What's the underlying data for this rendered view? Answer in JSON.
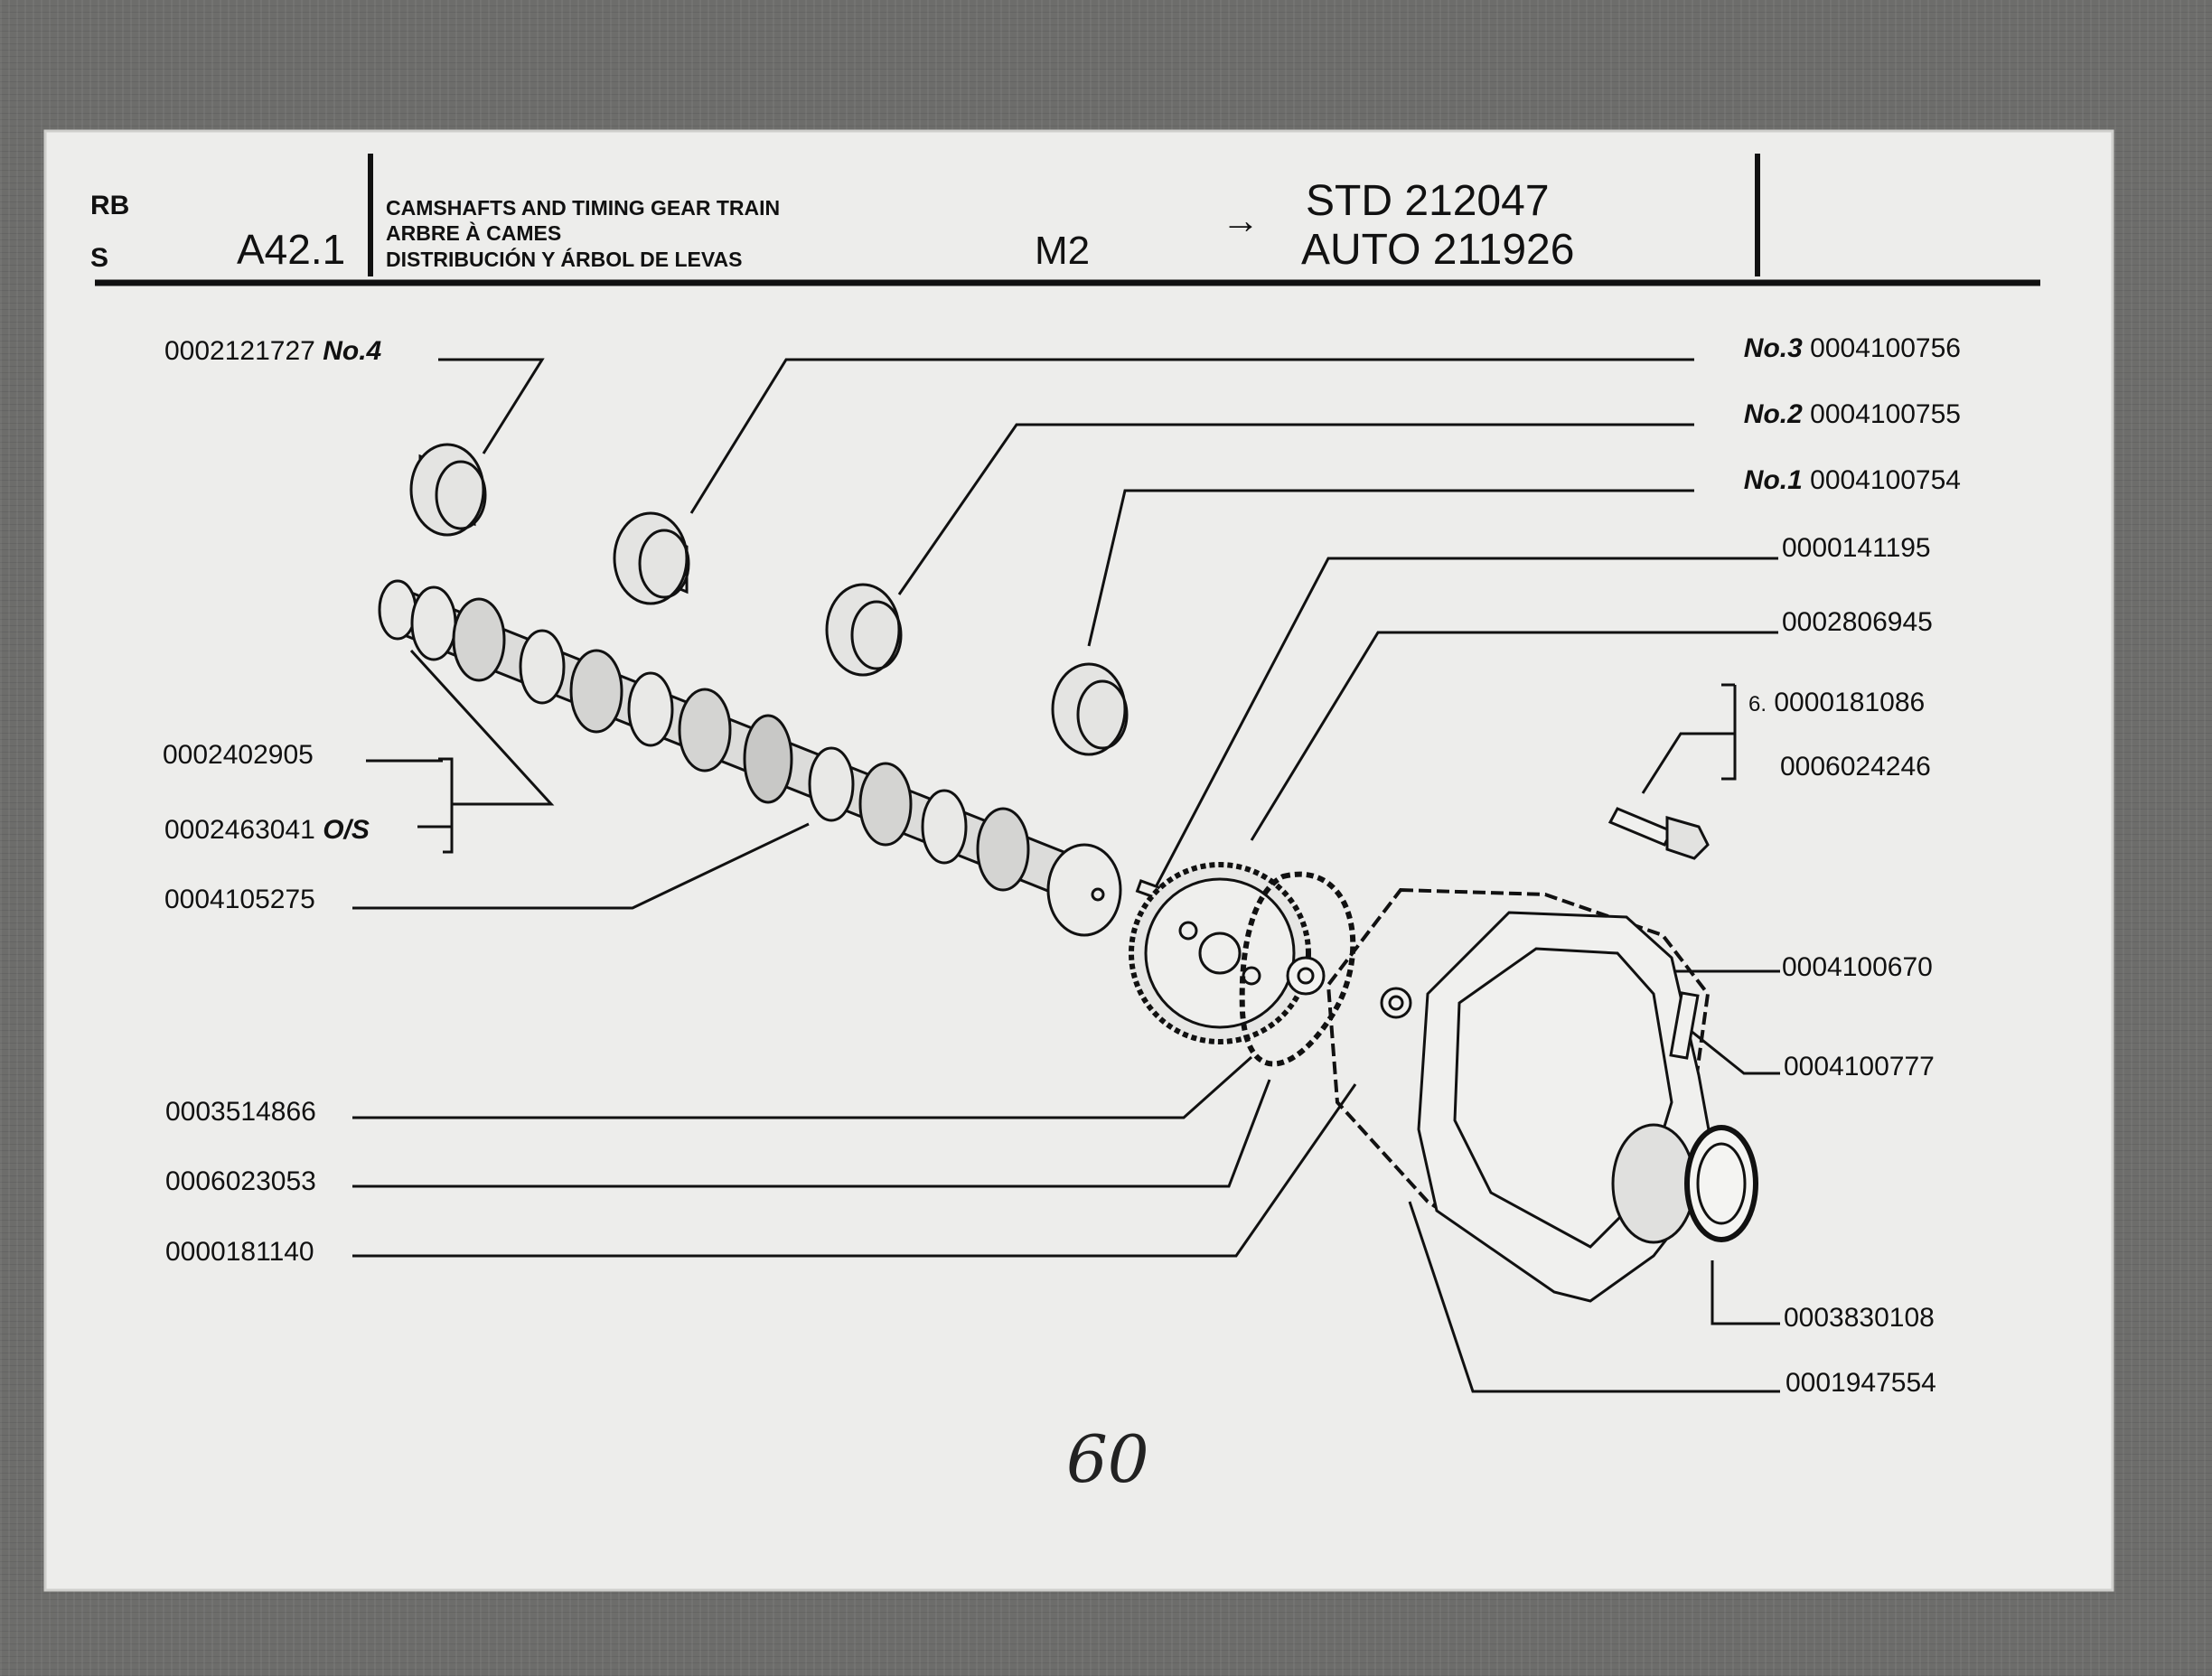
{
  "header": {
    "code_top": "RB",
    "code_bottom": "S",
    "page_ref": "A42.1",
    "title_en": "CAMSHAFTS AND TIMING GEAR TRAIN",
    "title_fr": "ARBRE À CAMES",
    "title_es": "DISTRIBUCIÓN Y ÁRBOL DE LEVAS",
    "model": "M2",
    "arrow": "→",
    "std": "STD 212047",
    "auto": "AUTO 211926"
  },
  "parts_left": [
    {
      "part": "0002121727",
      "tag": "No.4"
    },
    {
      "part": "0002402905",
      "tag": ""
    },
    {
      "part": "0002463041",
      "tag": "O/S"
    },
    {
      "part": "0004105275",
      "tag": ""
    },
    {
      "part": "0003514866",
      "tag": ""
    },
    {
      "part": "0006023053",
      "tag": ""
    },
    {
      "part": "0000181140",
      "tag": ""
    }
  ],
  "parts_right": [
    {
      "part": "0004100756",
      "tag": "No.3"
    },
    {
      "part": "0004100755",
      "tag": "No.2"
    },
    {
      "part": "0004100754",
      "tag": "No.1"
    },
    {
      "part": "0000141195",
      "tag": ""
    },
    {
      "part": "0002806945",
      "tag": ""
    },
    {
      "part": "0000181086",
      "tag": "6."
    },
    {
      "part": "0006024246",
      "tag": ""
    },
    {
      "part": "0004100670",
      "tag": ""
    },
    {
      "part": "0004100777",
      "tag": ""
    },
    {
      "part": "0003830108",
      "tag": ""
    },
    {
      "part": "0001947554",
      "tag": ""
    }
  ],
  "handwritten_page": "60"
}
